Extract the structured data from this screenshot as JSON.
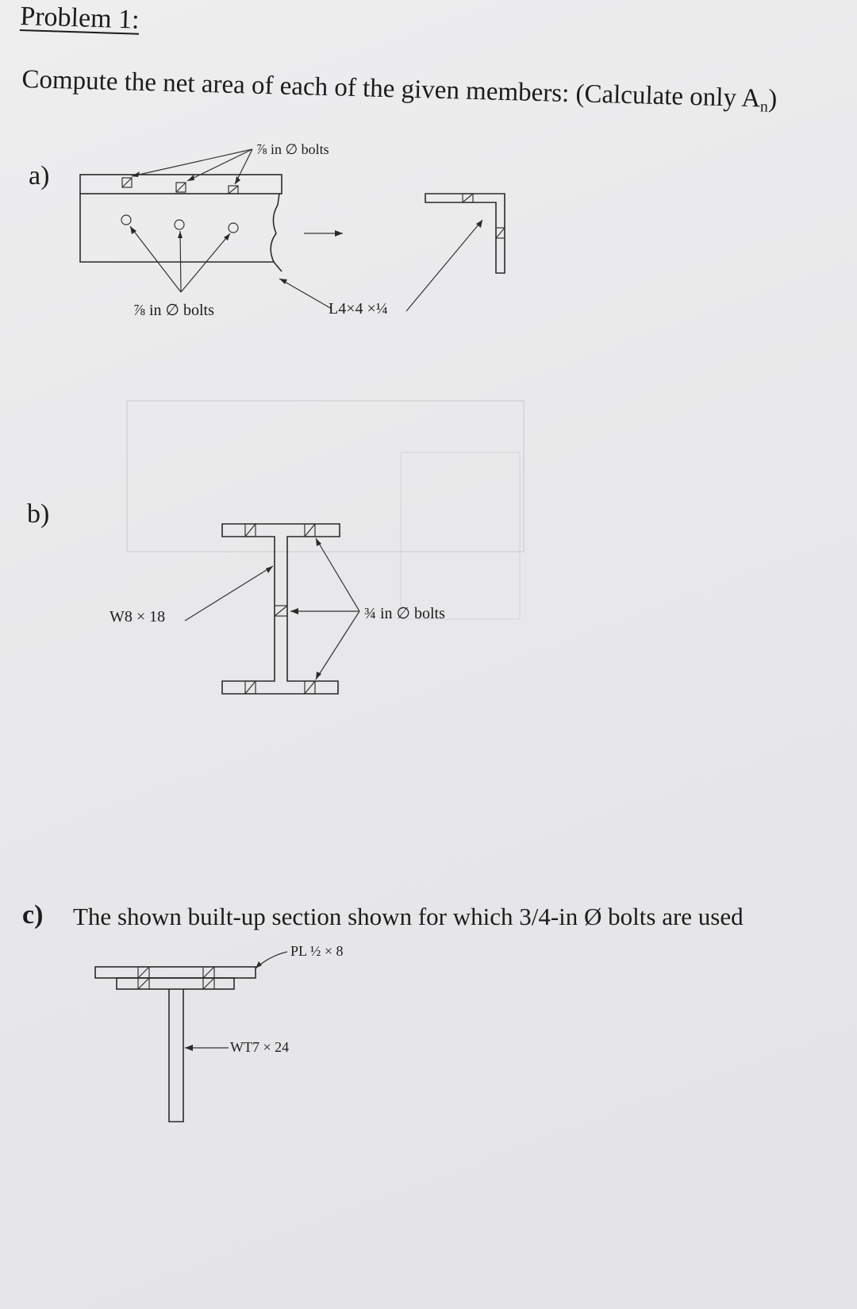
{
  "problem": {
    "title": "Problem 1:",
    "instruction": "Compute the net area of each of the given members: (Calculate only A",
    "instruction_subscript": "n",
    "instruction_end": ")"
  },
  "part_a": {
    "label": "a)",
    "bolts_label_top": "⅞ in ∅ bolts",
    "bolts_label_bottom": "⅞ in ∅ bolts",
    "angle_label": "L4×4 ×¼"
  },
  "part_b": {
    "label": "b)",
    "section_label": "W8 × 18",
    "bolts_label": "¾ in ∅ bolts"
  },
  "part_c": {
    "label": "c)",
    "text": "The shown built-up section shown for which 3/4-in Ø bolts are used",
    "plate_label": "PL ½ × 8",
    "tee_label": "WT7 × 24"
  },
  "colors": {
    "ink": "#1c1c1c",
    "paper": "#eaeaec"
  }
}
